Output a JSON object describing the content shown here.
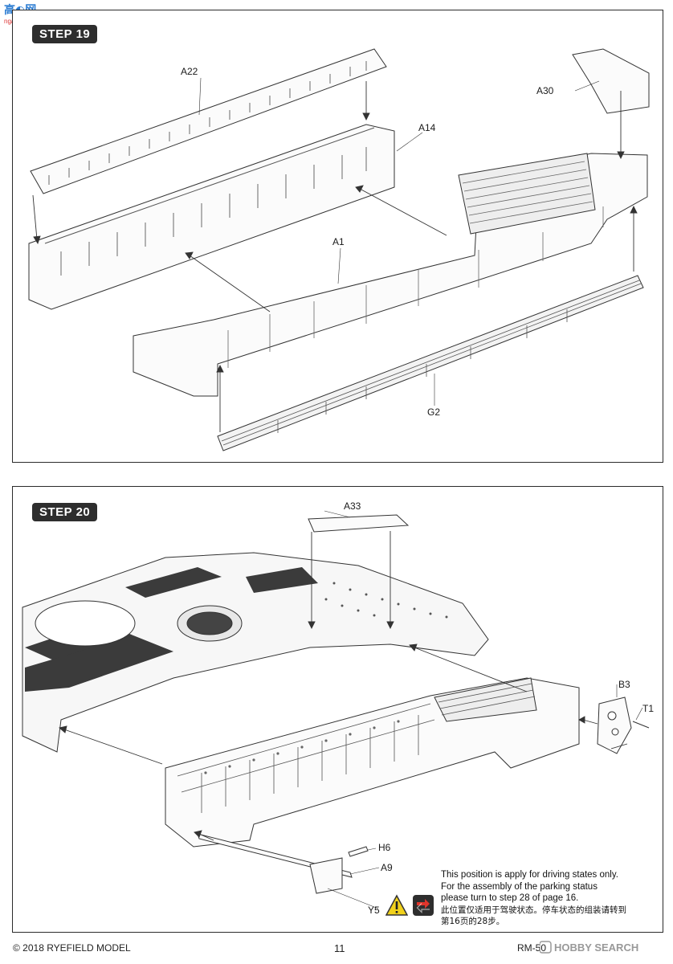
{
  "page": {
    "watermark_top": "nga-shop.com",
    "watermark_bottom": "HOBBY SEARCH",
    "footer": {
      "copyright": "© 2018 RYEFIELD MODEL",
      "page_number": "11",
      "product_code": "RM-50"
    }
  },
  "step19": {
    "title": "STEP 19",
    "parts": [
      "A22",
      "A14",
      "A30",
      "A1",
      "G2"
    ]
  },
  "step20": {
    "title": "STEP 20",
    "parts": [
      "A33",
      "B3",
      "T1",
      "H6",
      "A9",
      "Y5"
    ],
    "note": {
      "line1": "This position is apply for driving states only.",
      "line2": "For the assembly of the parking status",
      "line3": "please turn to step 28 of page 16.",
      "line4_cn": "此位置仅适用于驾驶状态。停车状态的组装请转到",
      "line5_cn": "第16页的28步。"
    },
    "icons": [
      "warning-icon",
      "swap-icon"
    ]
  },
  "colors": {
    "badge": "#2e2e2e",
    "line": "#333333",
    "warning": "#f2d21b",
    "swap": "#e0352b"
  }
}
